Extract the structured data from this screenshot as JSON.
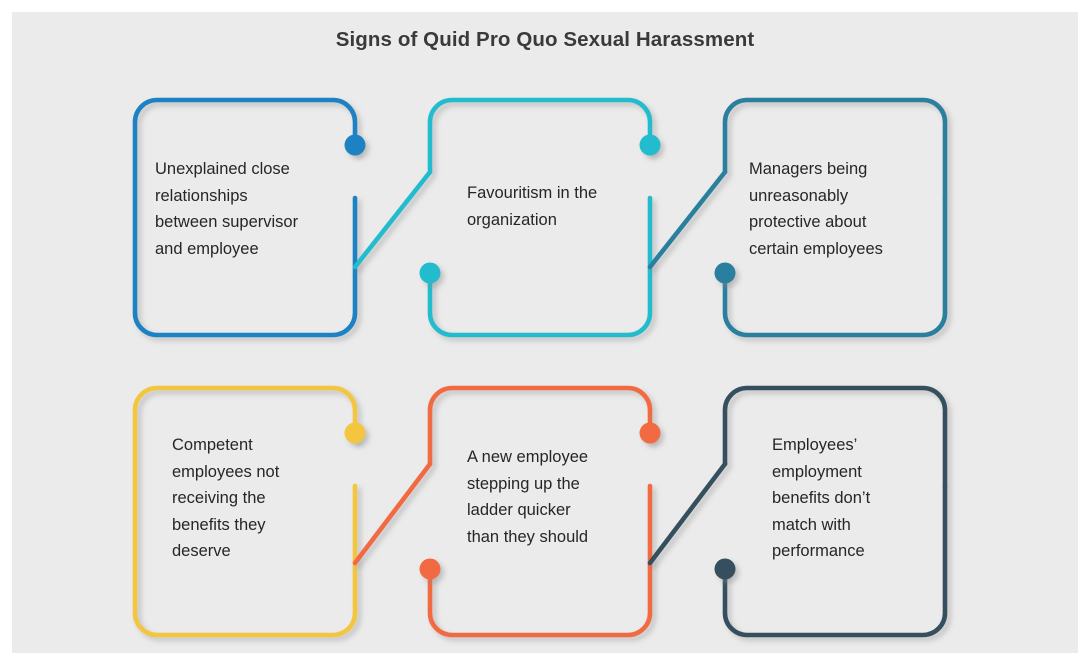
{
  "header": {
    "title": "Signs of Quid Pro Quo Sexual Harassment"
  },
  "canvas": {
    "background_color": "#ebebeb",
    "page_color": "#ffffff"
  },
  "diagram": {
    "type": "connected-card-flow",
    "rows": 2,
    "columns": 3,
    "cards": [
      {
        "index": 1,
        "text": "Unexplained close\nrelationships\nbetween supervisor\nand employee",
        "color": "#1d82c4",
        "color_name": "blue",
        "row": 1,
        "column": 1,
        "has_inbound_connector": false,
        "has_outbound_connector": true,
        "dot": "top-right"
      },
      {
        "index": 2,
        "text": "Favouritism in the\norganization",
        "color": "#22bcce",
        "color_name": "cyan",
        "row": 1,
        "column": 2,
        "has_inbound_connector": true,
        "has_outbound_connector": true,
        "dot": "top-right"
      },
      {
        "index": 3,
        "text": "Managers being\nunreasonably\nprotective about\ncertain employees",
        "color": "#2a7f9e",
        "color_name": "dark-teal",
        "row": 1,
        "column": 3,
        "has_inbound_connector": true,
        "has_outbound_connector": false,
        "dot": "mid-left"
      },
      {
        "index": 4,
        "text": "Competent\nemployees not\nreceiving the\nbenefits they\ndeserve",
        "color": "#f4c63f",
        "color_name": "yellow",
        "row": 2,
        "column": 1,
        "has_inbound_connector": false,
        "has_outbound_connector": true,
        "dot": "top-right"
      },
      {
        "index": 5,
        "text": "A new employee\nstepping up the\nladder quicker\nthan they should",
        "color": "#f26b43",
        "color_name": "orange",
        "row": 2,
        "column": 2,
        "has_inbound_connector": true,
        "has_outbound_connector": true,
        "dot": "top-right"
      },
      {
        "index": 6,
        "text": "Employees’\nemployment\nbenefits don’t\nmatch with\nperformance",
        "color": "#34505f",
        "color_name": "navy",
        "row": 2,
        "column": 3,
        "has_inbound_connector": true,
        "has_outbound_connector": false,
        "dot": "mid-left"
      }
    ]
  }
}
